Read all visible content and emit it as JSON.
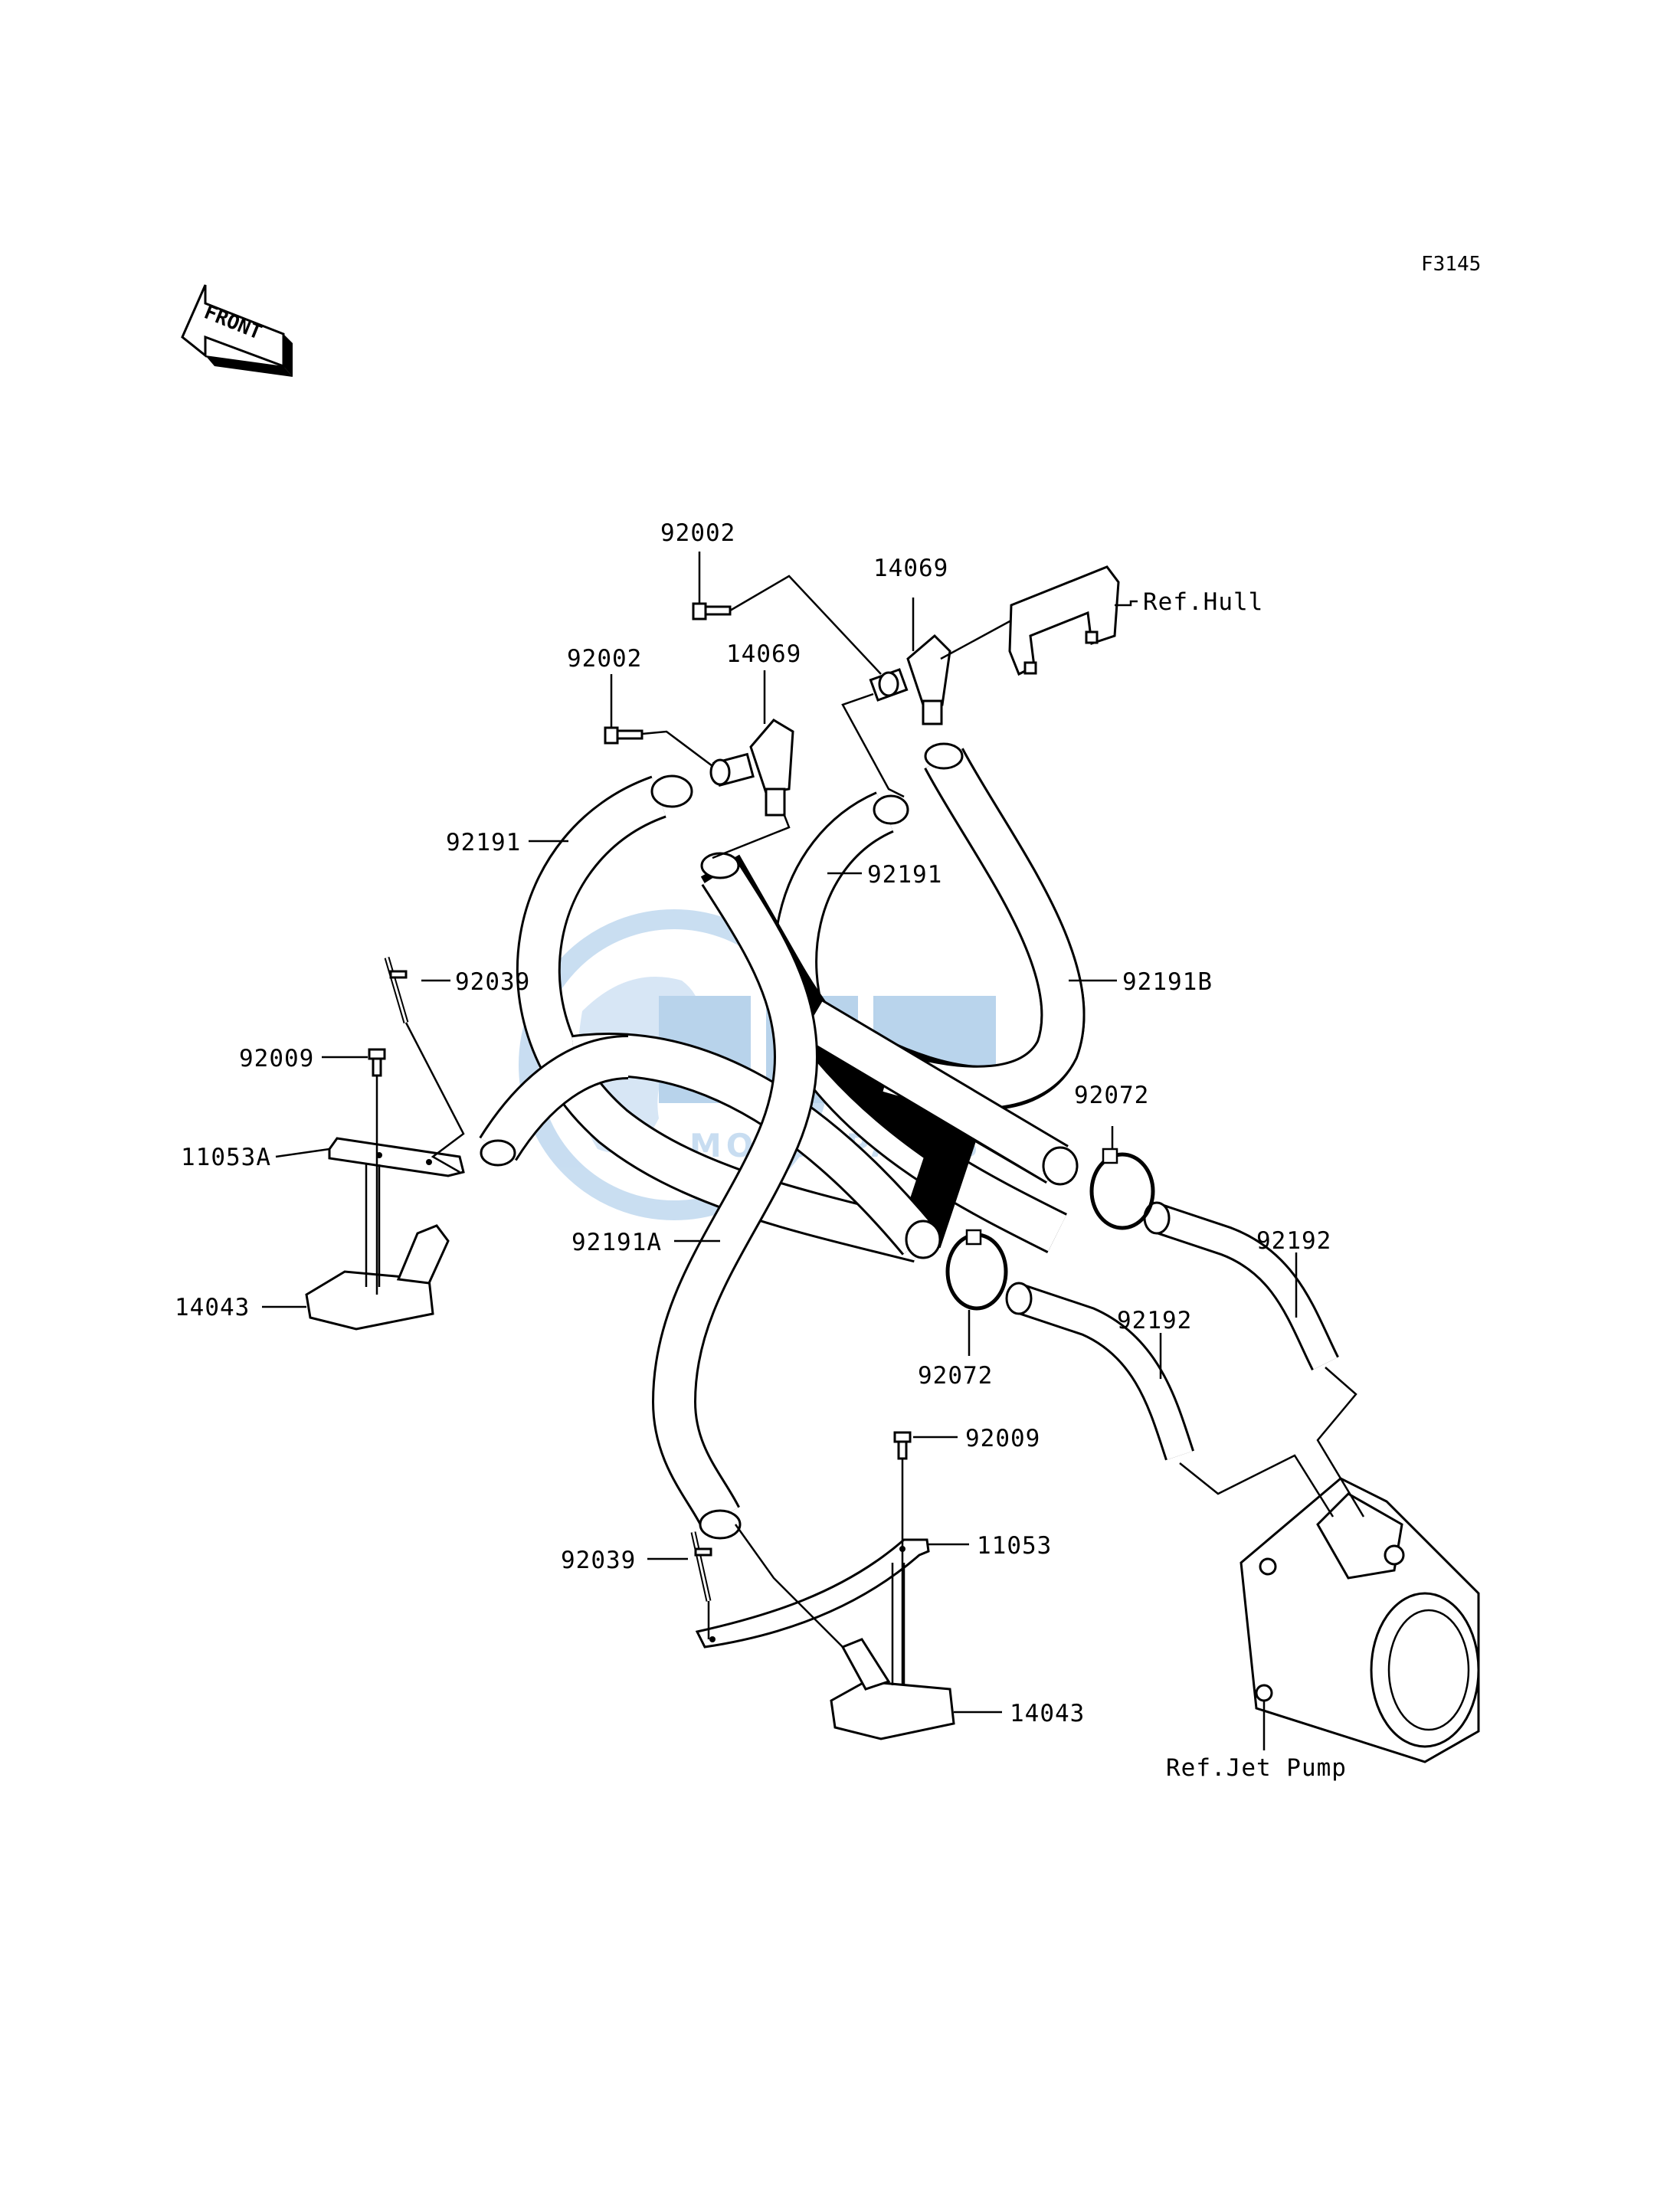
{
  "figure_code": "F3145",
  "front_badge": "FRONT",
  "watermark": {
    "brand": "OEM",
    "sub": "MOTORPARTS",
    "color": "#7fb0dc"
  },
  "labels": {
    "p92002_top": "92002",
    "p14069_top": "14069",
    "ref_hull": "Ref.Hull",
    "p92002_mid": "92002",
    "p14069_mid": "14069",
    "p92191_left": "92191",
    "p92191_mid": "92191",
    "p92191B": "92191B",
    "p92039_left": "92039",
    "p92009_left": "92009",
    "p11053A": "11053A",
    "p92072_right": "92072",
    "p92191A": "92191A",
    "p92192_right": "92192",
    "p14043_left": "14043",
    "p92192_mid": "92192",
    "p92072_mid": "92072",
    "p92009_right": "92009",
    "p11053": "11053",
    "p92039_right": "92039",
    "p14043_right": "14043",
    "ref_jet_pump": "Ref.Jet Pump"
  }
}
